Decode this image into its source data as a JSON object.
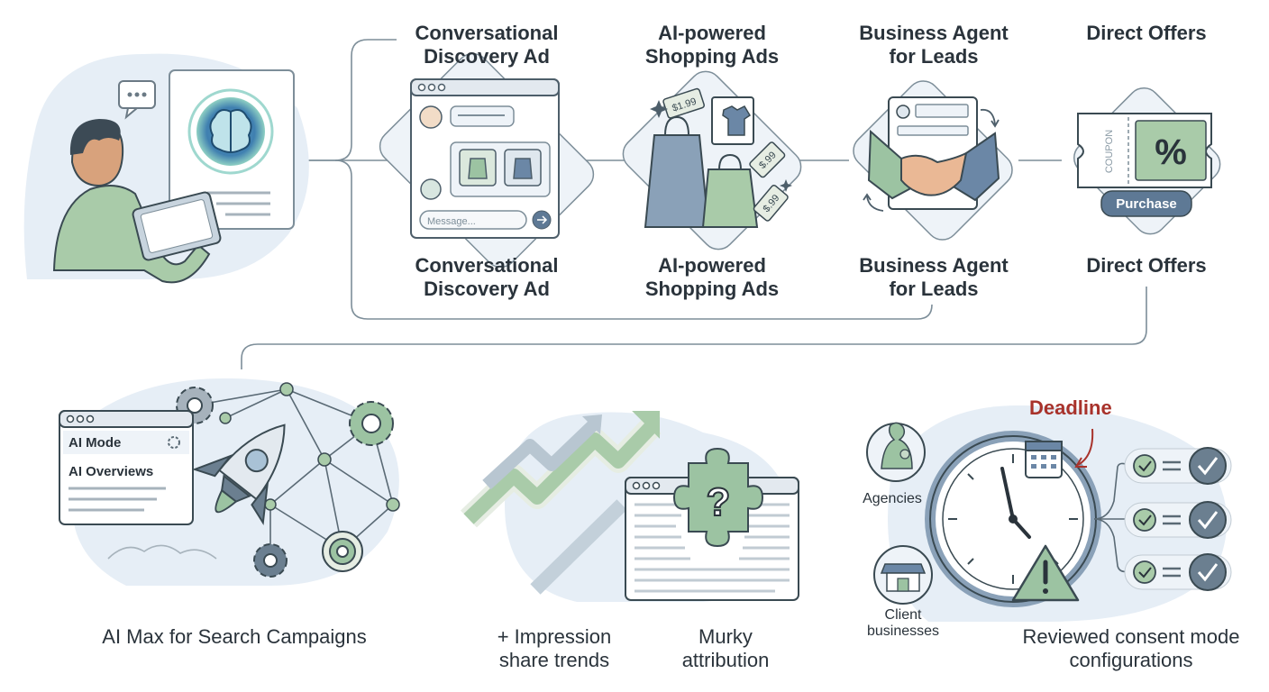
{
  "top_row": {
    "stage_titles": [
      "Conversational Discovery Ad",
      "AI-powered Shopping Ads",
      "Business Agent for Leads",
      "Direct Offers"
    ],
    "stage_captions": [
      "Conversational Discovery Ad",
      "AI-powered Shopping Ads",
      "Business Agent for Leads",
      "Direct Offers"
    ],
    "chat_placeholder": "Message...",
    "price_tags": [
      "$1.99",
      "$.99",
      "$.99"
    ],
    "coupon_text": "COUPON",
    "coupon_symbol": "%",
    "purchase_button": "Purchase"
  },
  "bottom_row": {
    "search_panel_items": [
      "AI Mode",
      "AI Overviews"
    ],
    "ai_max_caption": "AI Max for Search Campaigns",
    "impression_caption": "+ Impression share trends",
    "attribution_caption": "Murky attribution",
    "puzzle_symbol": "?",
    "deadline_label": "Deadline",
    "agencies_label": "Agencies",
    "clients_label": "Client businesses",
    "consent_caption": "Reviewed consent mode configurations"
  },
  "colors": {
    "text": "#2a333b",
    "sage_green": "#9cc3a2",
    "slate_blue": "#6b87a6",
    "pale_blue": "#e6eef6",
    "deadline_red": "#a8322b",
    "button_blue": "#5e7995"
  }
}
